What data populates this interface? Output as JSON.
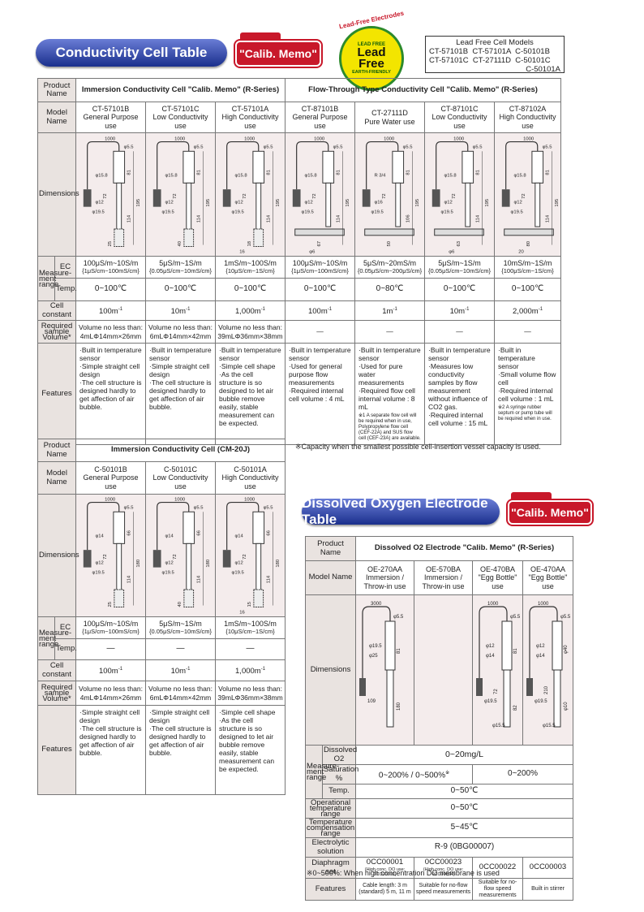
{
  "header": {
    "title": "Conductivity Cell Table",
    "memo": "\"Calib. Memo\"",
    "badge_arc": "Lead-Free Electrodes",
    "badge_top": "LEAD FREE",
    "badge_line1": "Lead",
    "badge_line2": "Free",
    "badge_bottom": "EARTH-FRIENDLY",
    "lf_title": "Lead Free Cell Models",
    "lf_rows": [
      "CT-57101B  CT-57101A  C-50101B",
      "CT-57101C  CT-27111D  C-50101C",
      "C-50101A"
    ]
  },
  "t1": {
    "product_label": "Product Name",
    "model_label": "Model Name",
    "dims_label": "Dimensions",
    "mr_label": "Measure-ment range",
    "ec_label": "EC",
    "temp_label": "Temp.",
    "cc_label": "Cell constant",
    "rs_label": "Required sample Volume*",
    "feat_label": "Features",
    "group1": "Immersion Conductivity Cell \"Calib. Memo\" (R-Series)",
    "group2": "Flow-Through Type Conductivity Cell \"Calib. Memo\" (R-Series)",
    "cols": [
      {
        "model": "CT-57101B",
        "sup": "",
        "use": "General Purpose use",
        "ec1": "100μS/m~10S/m",
        "ec2": "{1μS/cm~100mS/cm}",
        "temp": "0~100℃",
        "cc": "100m",
        "rs": "Volume no less than: 4mLΦ14mm×26mm",
        "feat": [
          "·Built in temperature sensor",
          "·Simple straight cell design",
          "·The cell structure is designed hardly to get affection of air bubble."
        ],
        "note": "",
        "d1": "1000",
        "d2": "φ5.5",
        "d3": "φ15.8",
        "d4": "φ12",
        "d5": "φ19.5",
        "d6": "81",
        "d7": "72",
        "d8": "195",
        "d9": "114",
        "d10": "25",
        "d11": ""
      },
      {
        "model": "CT-57101C",
        "sup": "",
        "use": "Low Conductivity use",
        "ec1": "5μS/m~1S/m",
        "ec2": "{0.05μS/cm~10mS/cm}",
        "temp": "0~100℃",
        "cc": "10m",
        "rs": "Volume no less than: 6mLΦ14mm×42mm",
        "feat": [
          "·Built in temperature sensor",
          "·Simple straight cell design",
          "·The cell structure is designed hardly to get affection of air bubble."
        ],
        "note": "",
        "d1": "1000",
        "d2": "φ5.5",
        "d3": "φ15.8",
        "d4": "φ12",
        "d5": "φ19.5",
        "d6": "81",
        "d7": "72",
        "d8": "195",
        "d9": "114",
        "d10": "40",
        "d11": ""
      },
      {
        "model": "CT-57101A",
        "sup": "",
        "use": "High Conductivity use",
        "ec1": "1mS/m~100S/m",
        "ec2": "{10μS/cm~1S/cm}",
        "temp": "0~100℃",
        "cc": "1,000m",
        "rs": "Volume no less than: 39mLΦ36mm×38mm",
        "feat": [
          "·Built in temperature sensor",
          "·Simple cell shape",
          "·As the cell structure is so designed to let air bubble remove easily, stable measurement can be expected."
        ],
        "note": "",
        "d1": "1000",
        "d2": "φ5.5",
        "d3": "φ15.8",
        "d4": "φ12",
        "d5": "φ19.5",
        "d6": "81",
        "d7": "72",
        "d8": "195",
        "d9": "114",
        "d10": "18",
        "d11": "16"
      },
      {
        "model": "CT-87101B",
        "sup": "",
        "use": "General Purpose use",
        "ec1": "100μS/m~10S/m",
        "ec2": "{1μS/cm~100mS/cm}",
        "temp": "0~100℃",
        "cc": "100m",
        "rs": "—",
        "feat": [
          "·Built in temperature sensor",
          "·Used for general purpose flow measurements",
          "·Required internal cell volume : 4 mL"
        ],
        "note": "",
        "d1": "1000",
        "d2": "φ5.5",
        "d3": "φ15.8",
        "d4": "φ12",
        "d5": "φ19.5",
        "d6": "81",
        "d7": "72",
        "d8": "195",
        "d9": "114",
        "d10": "67",
        "d11": "φ6"
      },
      {
        "model": "CT-27111D",
        "sup": "※1",
        "use": "Pure Water use",
        "ec1": "5μS/m~20mS/m",
        "ec2": "{0.05μS/cm~200μS/cm}",
        "temp": "0~80℃",
        "cc": "1m",
        "rs": "—",
        "feat": [
          "·Built in temperature sensor",
          "·Used for pure water measurements",
          "·Required flow cell internal volume : 8 mL"
        ],
        "note": "※1 A separate flow cell will be required when in use, Polypropylene flow cell (CEF-22A) and SUS flow cell (CEF-23A) are available.",
        "d1": "1000",
        "d2": "φ5.5",
        "d3": "R 3/4",
        "d4": "φ16",
        "d5": "φ19.5",
        "d6": "81",
        "d7": "72",
        "d8": "195",
        "d9": "106",
        "d10": "50",
        "d11": ""
      },
      {
        "model": "CT-87101C",
        "sup": "",
        "use": "Low Conductivity use",
        "ec1": "5μS/m~1S/m",
        "ec2": "{0.05μS/cm~10mS/cm}",
        "temp": "0~100℃",
        "cc": "10m",
        "rs": "—",
        "feat": [
          "·Built in temperature sensor",
          "·Measures low conductivity samples by flow measurement without influence of CO2 gas.",
          "·Required internal cell volume : 15 mL"
        ],
        "note": "",
        "d1": "1000",
        "d2": "φ5.5",
        "d3": "φ15.8",
        "d4": "φ12",
        "d5": "φ19.5",
        "d6": "81",
        "d7": "72",
        "d8": "195",
        "d9": "114",
        "d10": "63",
        "d11": "φ6"
      },
      {
        "model": "CT-87102A",
        "sup": "※2",
        "use": "High Conductivity use",
        "ec1": "10mS/m~1S/m",
        "ec2": "{100μS/cm~1S/cm}",
        "temp": "0~100℃",
        "cc": "2,000m",
        "rs": "—",
        "feat": [
          "·Built in temperature sensor",
          "·Small volume flow cell",
          "·Required internal cell volume : 1 mL"
        ],
        "note": "※2 A syringe rubber septum or pump tube will be required when in use.",
        "d1": "1000",
        "d2": "φ5.5",
        "d3": "φ15.8",
        "d4": "φ12",
        "d5": "φ19.5",
        "d6": "81",
        "d7": "72",
        "d8": "195",
        "d9": "114",
        "d10": "80",
        "d11": "20"
      }
    ]
  },
  "t2": {
    "product_label": "Product Name",
    "model_label": "Model Name",
    "dims_label": "Dimensions",
    "mr_label": "Measure-ment range",
    "ec_label": "EC",
    "temp_label": "Temp.",
    "cc_label": "Cell constant",
    "rs_label": "Required sample Volume*",
    "feat_label": "Features",
    "group": "Immersion Conductivity Cell (CM-20J)",
    "cols": [
      {
        "model": "C-50101B",
        "use": "General Purpose use",
        "ec1": "100μS/m~10S/m",
        "ec2": "{1μS/cm~100mS/cm}",
        "temp": "—",
        "cc": "100m",
        "rs": "Volume no less than: 4mLΦ14mm×26mm",
        "feat": [
          "·Simple straight cell design",
          "·The cell structure is designed hardly to get affection of air bubble."
        ],
        "d1": "1000",
        "d2": "φ5.5",
        "d3": "φ14",
        "d4": "φ12",
        "d5": "φ19.5",
        "d6": "66",
        "d7": "72",
        "d8": "180",
        "d9": "114",
        "d10": "25",
        "d11": ""
      },
      {
        "model": "C-50101C",
        "use": "Low Conductivity use",
        "ec1": "5μS/m~1S/m",
        "ec2": "{0.05μS/cm~10mS/cm}",
        "temp": "—",
        "cc": "10m",
        "rs": "Volume no less than: 6mLΦ14mm×42mm",
        "feat": [
          "·Simple straight cell design",
          "·The cell structure is designed hardly to get affection of air bubble."
        ],
        "d1": "1000",
        "d2": "φ5.5",
        "d3": "φ14",
        "d4": "φ12",
        "d5": "φ19.5",
        "d6": "66",
        "d7": "72",
        "d8": "180",
        "d9": "114",
        "d10": "40",
        "d11": ""
      },
      {
        "model": "C-50101A",
        "use": "High Conductivity use",
        "ec1": "1mS/m~100S/m",
        "ec2": "{10μS/cm~1S/cm}",
        "temp": "—",
        "cc": "1,000m",
        "rs": "Volume no less than: 39mLΦ36mm×38mm",
        "feat": [
          "·Simple cell shape",
          "·As the cell structure is so designed to let air bubble remove easily, stable measurement can be expected."
        ],
        "d1": "1000",
        "d2": "φ5.5",
        "d3": "φ14",
        "d4": "φ12",
        "d5": "φ19.5",
        "d6": "66",
        "d7": "72",
        "d8": "180",
        "d9": "114",
        "d10": "15",
        "d11": "16"
      }
    ]
  },
  "capacity_note": "※Capacity when the smallest possible cell-insertion vessel capacity is used.",
  "do_header": {
    "title": "Dissolved Oxygen Electrode Table",
    "memo": "\"Calib. Memo\""
  },
  "t3": {
    "product_label": "Product Name",
    "group": "Dissolved O2 Electrode \"Calib. Memo\" (R-Series)",
    "model_label": "Model Name",
    "dims_label": "Dimensions",
    "mr_label": "Measure-ment range",
    "do_label": "Dissolved O2",
    "do_value": "0~20mg/L",
    "sat_label": "Saturation %",
    "sat1": "0~200% / 0~500%",
    "sat1_sup": "※",
    "sat2": "0~200%",
    "temp_label": "Temp.",
    "temp_value": "0~50℃",
    "op_label": "Operational temperature range",
    "op_value": "0~50℃",
    "tc_label": "Temperature compensation range",
    "tc_value": "5~45℃",
    "el_label": "Electrolytic solution",
    "el_value": "R-9 (0BG00007)",
    "dia_label": "Diaphragm set",
    "feat_label": "Features",
    "cols": [
      {
        "model": "OE-270AA",
        "use": "Immersion / Throw-in use",
        "dia": "0CC00001",
        "dia_sub": "(High conc. DO use: 0CC00002)",
        "feat": "Cable length: 3 m (standard) 5 m, 11 m",
        "d1": "3000",
        "d2": "φ5.5",
        "d3": "81",
        "d4": "φ19.5",
        "d5": "φ25",
        "d6": "109",
        "d7": "180",
        "d8": "",
        "d9": ""
      },
      {
        "model": "OE-570BA",
        "use": "Immersion / Throw-in use",
        "dia": "0CC00023",
        "dia_sub": "(High conc. DO use: 0CC00024)",
        "feat": "Suitable for no-flow speed measurements",
        "d1": "",
        "d2": "",
        "d3": "",
        "d4": "",
        "d5": "",
        "d6": "",
        "d7": "",
        "d8": "",
        "d9": ""
      },
      {
        "model": "OE-470BA",
        "use": "\"Egg Bottle\" use",
        "dia": "0CC00022",
        "dia_sub": "",
        "feat": "Suitable for no-flow speed measurements",
        "d1": "1000",
        "d2": "φ5.5",
        "d3": "81",
        "d4": "φ12",
        "d5": "φ14",
        "d6": "φ19.5",
        "d7": "82",
        "d8": "φ15.5",
        "d9": "72"
      },
      {
        "model": "OE-470AA",
        "use": "\"Egg Bottle\" use",
        "dia": "0CC00003",
        "dia_sub": "",
        "feat": "Built in stirrer",
        "d1": "1000",
        "d2": "φ5.5",
        "d3": "φ40",
        "d4": "φ12",
        "d5": "φ14",
        "d6": "φ19.5",
        "d7": "φ10",
        "d8": "φ15.5",
        "d9": "210"
      }
    ]
  },
  "do_note": "※0~500%: When high concentration DO membrane is used",
  "colors": {
    "pill_dark": "#1a2f8c",
    "memo_red": "#c8182a",
    "badge_yellow": "#f3e500",
    "badge_green": "#2c8a2c",
    "header_bg": "#e9e3e0",
    "dim_bg": "#f4ecec"
  }
}
